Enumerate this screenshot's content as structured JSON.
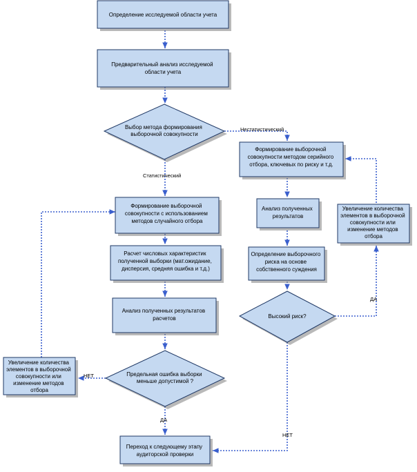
{
  "colors": {
    "fill": "#c5d9f1",
    "stroke": "#1f3864",
    "shadow": "#808080",
    "connector": "#3a5fcd"
  },
  "boxes": {
    "define_area": "Определение исследуемой области учета",
    "prelim_analysis": [
      "Предварительный анализ исследуемой",
      "области учета"
    ],
    "choose_method": [
      "Выбор метода формирования",
      "выборочной совокупности"
    ],
    "random_sample": [
      "Формирование выборочной",
      "совокупности с использованием",
      "методов случайного отбора"
    ],
    "calc_stats": [
      "Расчет числовых характеристик",
      "полученной выборки (мат.ожидание,",
      "дисперсия, средняя ошибка и т.д.)"
    ],
    "analyze_calc": [
      "Анализ полученных результатов",
      "расчетов"
    ],
    "error_check": [
      "Предельная ошибка выборки",
      "меньше допустимой ?"
    ],
    "next_stage": [
      "Переход к следующему этапу",
      "аудиторской проверки"
    ],
    "increase_left": [
      "Увеличение количества",
      "элементов в выборочной",
      "совокупности или",
      "изменение методов",
      "отбора"
    ],
    "serial_sample": [
      "Формирование выборочной",
      "совокупности методом серийного",
      "отбора, ключевых по риску и т.д."
    ],
    "analyze_results": [
      "Анализ полученных",
      "результатов"
    ],
    "define_risk": [
      "Определение выборочного",
      "риска на основе",
      "собственного суждения"
    ],
    "high_risk": "Высокий риск?",
    "increase_right": [
      "Увеличение количества",
      "элементов в выборочной",
      "совокупности или",
      "изменение методов",
      "отбора"
    ]
  },
  "labels": {
    "nonstatistical": "Нестатистический",
    "statistical": "Статистический",
    "no_left": "НЕТ",
    "yes_bottom": "ДА",
    "yes_right": "ДА",
    "no_bottom": "НЕТ"
  }
}
